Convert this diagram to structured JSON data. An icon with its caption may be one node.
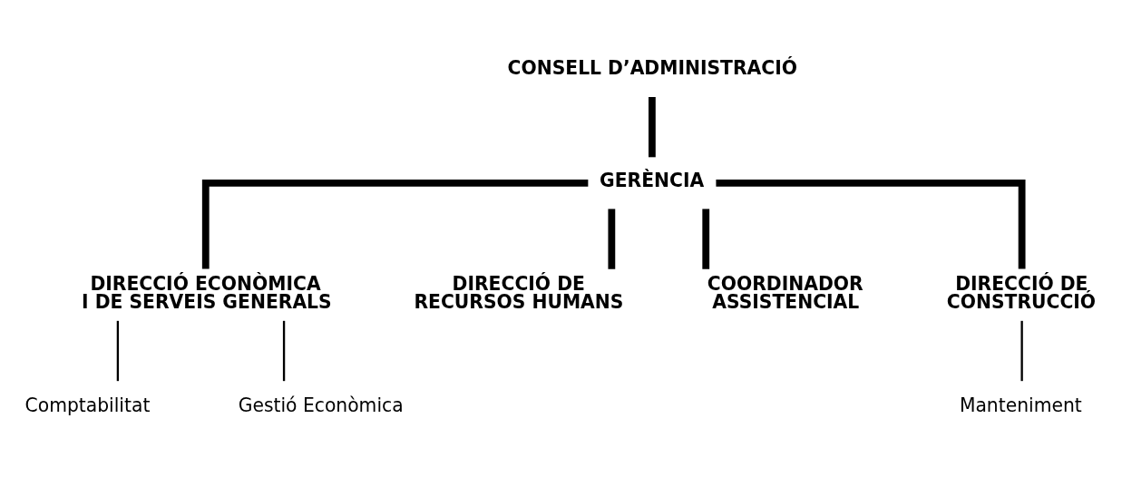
{
  "diagram": {
    "nodes": [
      {
        "text": [
          "CONSELL D’ADMINISTRACIÓ"
        ]
      },
      {
        "text": [
          "GERÈNCIA"
        ]
      },
      {
        "text": [
          "DIRECCIÓ ECONÒMICA I DE SERVEIS GENERALS"
        ]
      },
      {
        "text": [
          "DIRECCIÓ DE RECURSOS HUMANS"
        ]
      },
      {
        "text": [
          "COORDINADOR ASSISTENCIAL"
        ]
      },
      {
        "text": [
          "DIRECCIÓ DE CONSTRUCCIÓ"
        ]
      },
      {
        "text": [
          "Comptabilitat"
        ]
      },
      {
        "text": [
          "Gestió Econòmica"
        ]
      },
      {
        "text": [
          "Manteniment"
        ]
      }
    ],
    "edges": [
      {
        "from": 0,
        "to": 1,
        "arrow": "none"
      },
      {
        "from": 1,
        "to": 2,
        "arrow": "none"
      },
      {
        "from": 1,
        "to": 3,
        "arrow": "none"
      },
      {
        "from": 1,
        "to": 4,
        "arrow": "none"
      },
      {
        "from": 1,
        "to": 5,
        "arrow": "none"
      },
      {
        "from": 2,
        "to": 6,
        "arrow": "none"
      },
      {
        "from": 2,
        "to": 7,
        "arrow": "none"
      },
      {
        "from": 5,
        "to": 8,
        "arrow": "none"
      }
    ]
  }
}
